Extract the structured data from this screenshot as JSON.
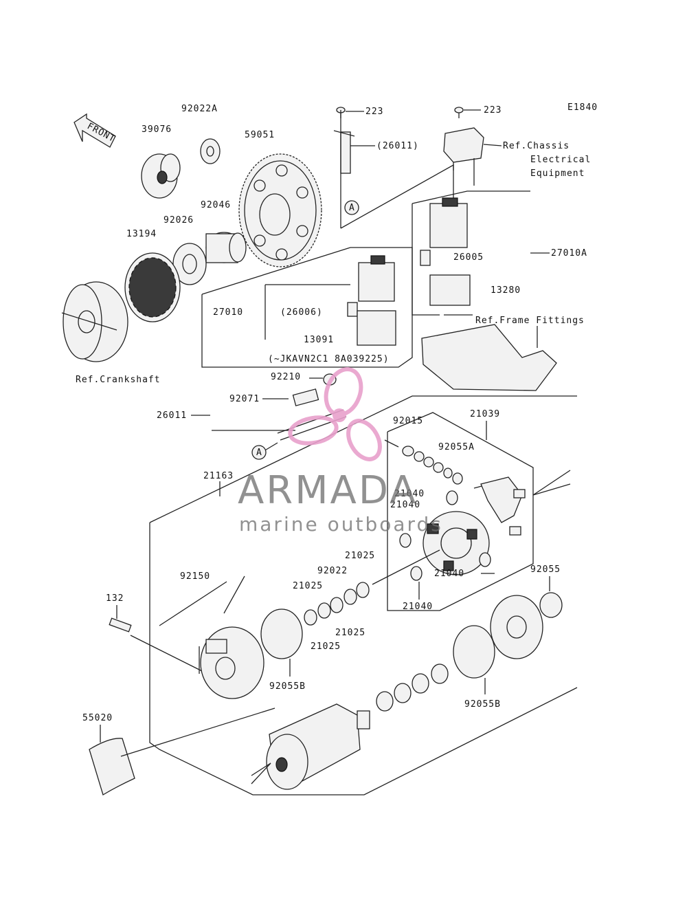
{
  "diagram_code": "E1840",
  "front_label": "FRONT",
  "watermark": {
    "brand": "ARMADA",
    "tagline": "marine outboards",
    "logo_color": "#e8a0cc"
  },
  "labels": {
    "p92022A": "92022A",
    "p39076": "39076",
    "p59051": "59051",
    "p92046": "92046",
    "p92026": "92026",
    "p13194": "13194",
    "p223a": "223",
    "p26011a": "(26011)",
    "p223b": "223",
    "refChassis1": "Ref.Chassis",
    "refChassis2": "Electrical",
    "refChassis3": "Equipment",
    "p26005": "26005",
    "p27010A": "27010A",
    "p13280": "13280",
    "p27010": "27010",
    "p26006": "(26006)",
    "p13091": "13091",
    "serial": "(~JKAVN2C1 8A039225)",
    "refFrame": "Ref.Frame Fittings",
    "refCrank": "Ref.Crankshaft",
    "p92210": "92210",
    "p92071": "92071",
    "p26011b": "26011",
    "p92015": "92015",
    "p21039": "21039",
    "p92055A": "92055A",
    "p21163": "21163",
    "p21040a": "21040",
    "p21040b": "21040",
    "p21025a": "21025",
    "p92022": "92022",
    "p21025b": "21025",
    "p21040c": "21040",
    "p92055": "92055",
    "p92150": "92150",
    "p132": "132",
    "p21025c": "21025",
    "p21025d": "21025",
    "p21040d": "21040",
    "p92055Ba": "92055B",
    "p92055Bb": "92055B",
    "p55020": "55020",
    "refA1": "A",
    "refA2": "A"
  }
}
